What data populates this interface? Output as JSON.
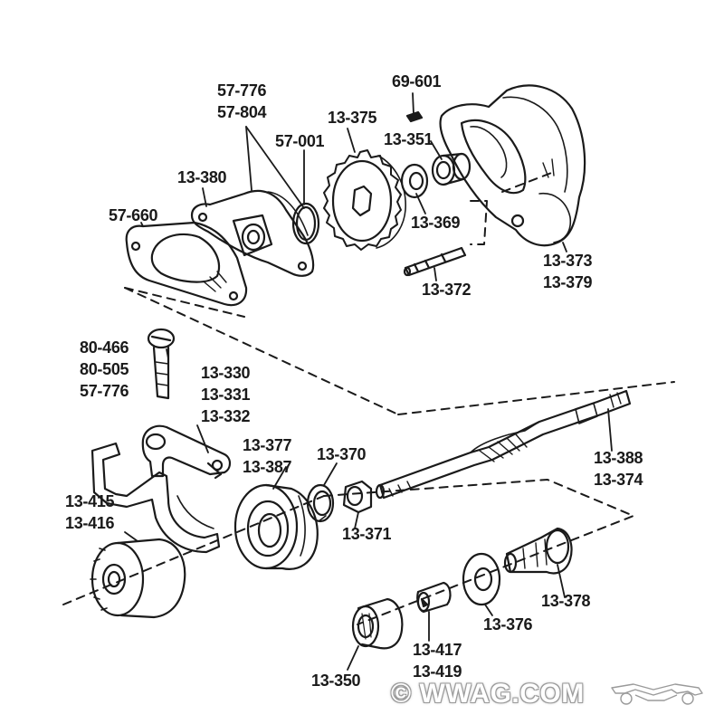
{
  "diagram": {
    "parts": {
      "p69_601": "69-601",
      "p57_776": "57-776",
      "p57_804": "57-804",
      "p13_375": "13-375",
      "p57_001": "57-001",
      "p13_351": "13-351",
      "p13_380": "13-380",
      "p57_660": "57-660",
      "p13_369": "13-369",
      "p13_373": "13-373",
      "p13_379": "13-379",
      "p13_372": "13-372",
      "p80_466": "80-466",
      "p80_505": "80-505",
      "p57_776b": "57-776",
      "p13_330": "13-330",
      "p13_331": "13-331",
      "p13_332": "13-332",
      "p13_377": "13-377",
      "p13_387": "13-387",
      "p13_370": "13-370",
      "p13_388": "13-388",
      "p13_374": "13-374",
      "p13_415": "13-415",
      "p13_416": "13-416",
      "p13_371": "13-371",
      "p13_378": "13-378",
      "p13_376": "13-376",
      "p13_417": "13-417",
      "p13_419": "13-419",
      "p13_350": "13-350"
    }
  },
  "watermark": {
    "text": "© WWAG.COM",
    "logo": "wwag-motorcycle-logo"
  }
}
